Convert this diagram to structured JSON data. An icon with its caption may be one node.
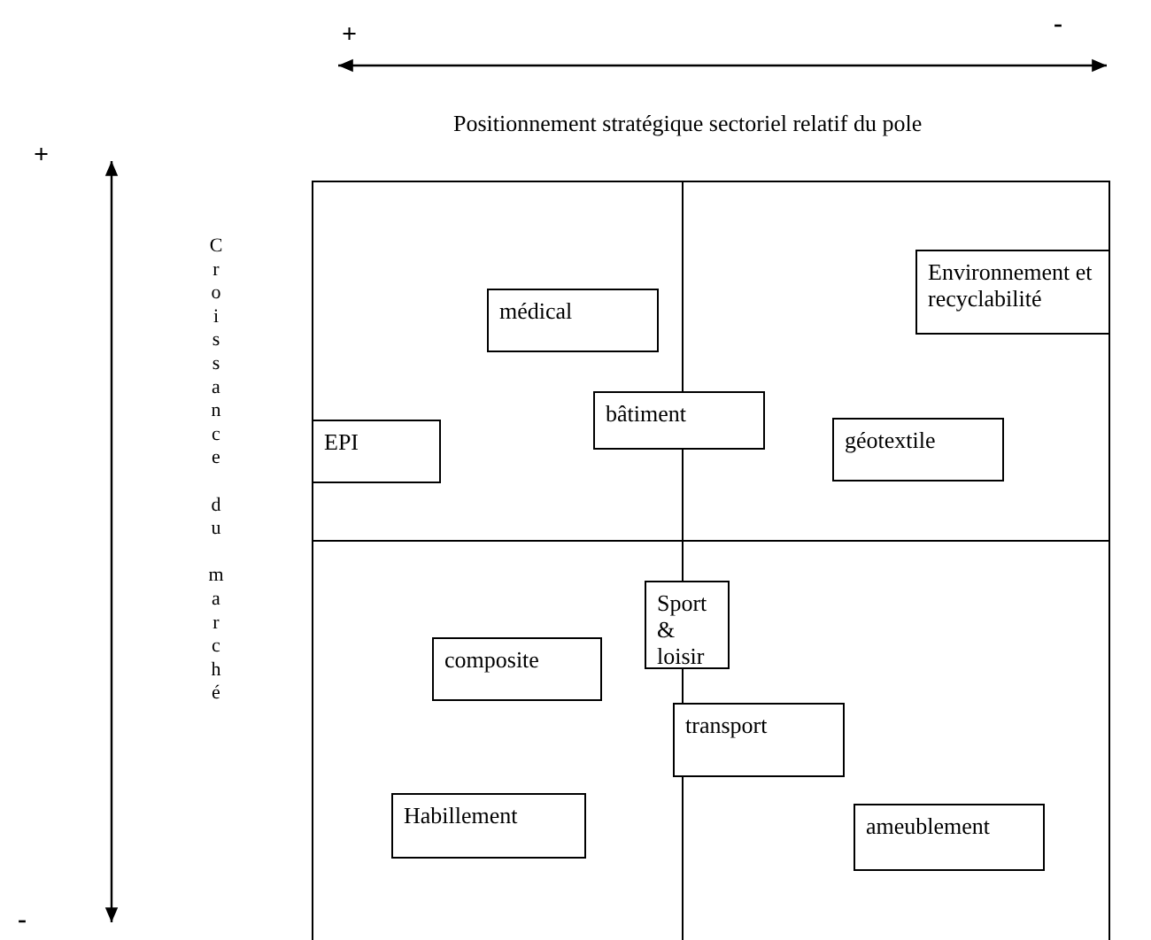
{
  "diagram": {
    "nodes": [
      {
        "text": [
          "médical"
        ]
      },
      {
        "text": [
          "Environnement et recyclabilité"
        ]
      },
      {
        "text": [
          "EPI"
        ]
      },
      {
        "text": [
          "bâtiment"
        ]
      },
      {
        "text": [
          "géotextile"
        ]
      },
      {
        "text": [
          "Sport & loisir"
        ]
      },
      {
        "text": [
          "composite"
        ]
      },
      {
        "text": [
          "transport"
        ]
      },
      {
        "text": [
          "Habillement"
        ]
      },
      {
        "text": [
          "ameublement"
        ]
      }
    ],
    "labels": [
      "+",
      "-",
      "Positionnement stratégique sectoriel relatif du pole",
      "+",
      "Croissance du marché",
      "-"
    ]
  }
}
